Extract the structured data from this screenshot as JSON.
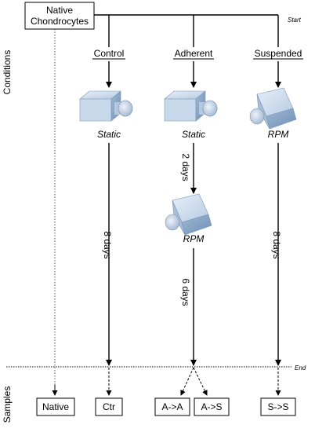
{
  "start_box": {
    "line1": "Native",
    "line2": "Chondrocytes"
  },
  "start_label": "Start",
  "end_label": "End",
  "side_labels": {
    "conditions": "Conditions",
    "samples": "Samples"
  },
  "columns": {
    "control": "Control",
    "adherent": "Adherent",
    "suspended": "Suspended"
  },
  "devices": {
    "control": "Static",
    "adherent_top": "Static",
    "suspended": "RPM",
    "adherent_mid": "RPM"
  },
  "durations": {
    "control": "8 days",
    "adherent_first": "2 days",
    "adherent_second": "6 days",
    "suspended": "8 days"
  },
  "samples": {
    "native": "Native",
    "ctr": "Ctr",
    "a_to_a": "A->A",
    "a_to_s": "A->S",
    "s_to_s": "S->S"
  },
  "colors": {
    "device_top": "#c7d9ee",
    "device_side": "#90abcc",
    "device_front": "#a9c2df",
    "cap": "#b8cbe0"
  }
}
